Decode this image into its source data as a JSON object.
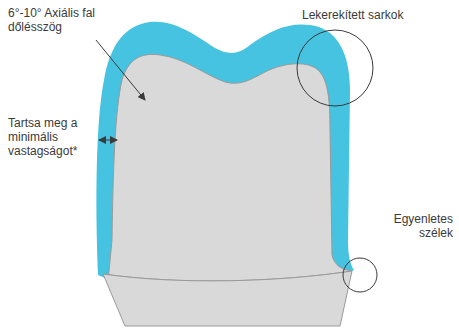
{
  "diagram": {
    "labels": [
      "6°-10° Axiális fal dőlésszög",
      "Lekerekített sarkok",
      "Tartsa meg a minimális vastagságot*",
      "Egyenletes szélek"
    ]
  }
}
